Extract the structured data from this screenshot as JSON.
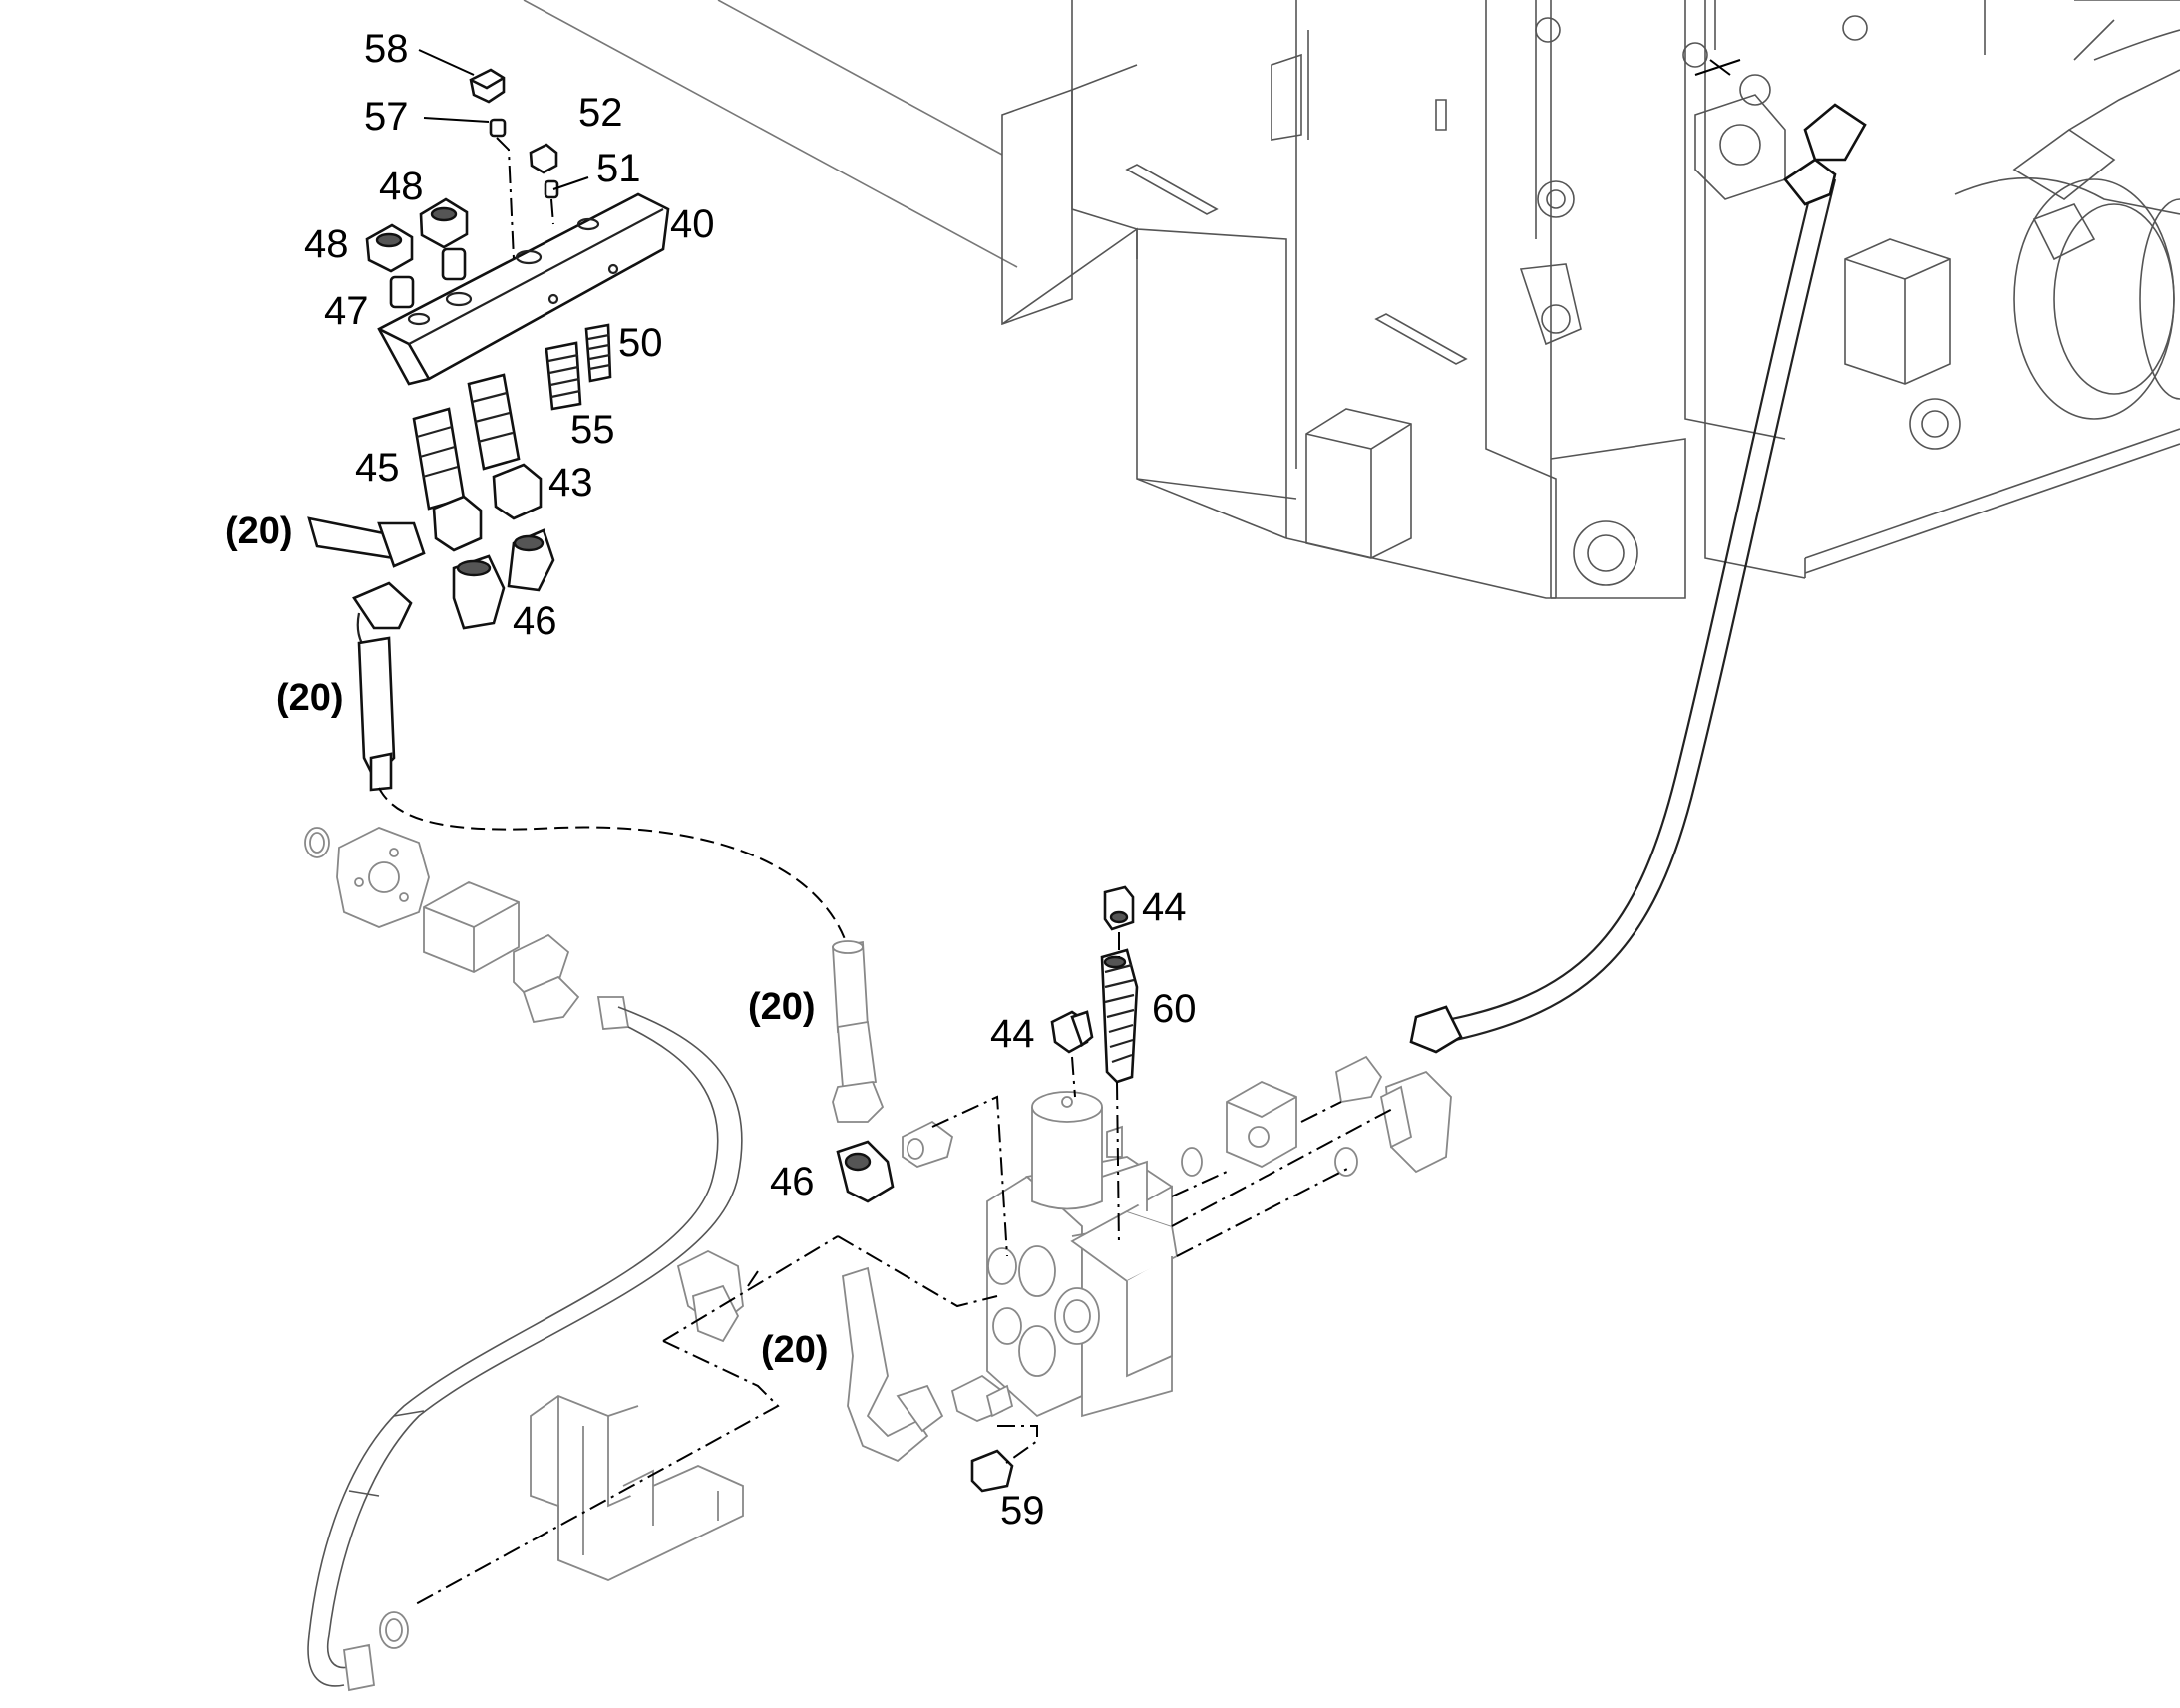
{
  "callouts": {
    "c58": "58",
    "c57": "57",
    "c52": "52",
    "c51": "51",
    "c48a": "48",
    "c48b": "48",
    "c40": "40",
    "c47": "47",
    "c50": "50",
    "c55": "55",
    "c45": "45",
    "c43": "43",
    "c46a": "46",
    "c20a": "(20)",
    "c20b": "(20)",
    "c20c": "(20)",
    "c20d": "(20)",
    "c44a": "44",
    "c60": "60",
    "c44b": "44",
    "c46b": "46",
    "c59": "59"
  }
}
